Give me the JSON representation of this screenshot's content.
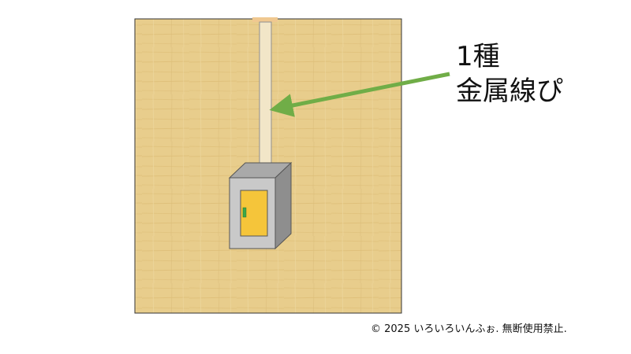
{
  "callout": {
    "line1": "1種",
    "line2": "金属線ぴ"
  },
  "copyright": "© 2025 いろいろいんふぉ. 無断使用禁止.",
  "colors": {
    "wall": "#e8cd8c",
    "wall_grain": "#d6b46a",
    "conduit": "#f2e6c8",
    "conduit_cap": "#f0c890",
    "box_body": "#c9c9c9",
    "box_top": "#a9a9a9",
    "box_side": "#8e8e8e",
    "door": "#f5c53a",
    "handle": "#3aa848",
    "arrow": "#70ad47"
  },
  "icons": {
    "arrow": "arrow-left-icon"
  }
}
